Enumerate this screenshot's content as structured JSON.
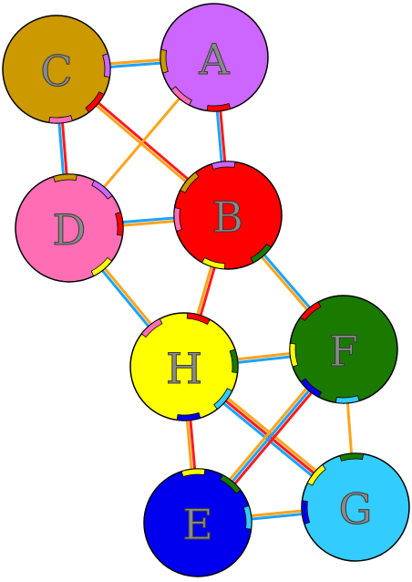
{
  "colors": {
    "orange": "#ffa31a",
    "blue": "#1aa3ff",
    "red": "#ff1a1a",
    "outline": "#000000"
  },
  "nodes": [
    {
      "id": "A",
      "label": "A",
      "color": "#cc66ff"
    },
    {
      "id": "B",
      "label": "B",
      "color": "#ff0000"
    },
    {
      "id": "C",
      "label": "C",
      "color": "#cc9900"
    },
    {
      "id": "D",
      "label": "D",
      "color": "#ff6eb4"
    },
    {
      "id": "E",
      "label": "E",
      "color": "#0000ee"
    },
    {
      "id": "F",
      "label": "F",
      "color": "#1a7a00"
    },
    {
      "id": "G",
      "label": "G",
      "color": "#33ccff"
    },
    {
      "id": "H",
      "label": "H",
      "color": "#ffff00"
    }
  ],
  "edges": [
    {
      "from": "C",
      "to": "A",
      "colors": [
        "orange",
        "blue"
      ]
    },
    {
      "from": "A",
      "to": "B",
      "colors": [
        "red",
        "blue"
      ]
    },
    {
      "from": "C",
      "to": "D",
      "colors": [
        "red",
        "blue"
      ]
    },
    {
      "from": "C",
      "to": "B",
      "colors": [
        "red",
        "orange"
      ]
    },
    {
      "from": "A",
      "to": "D",
      "colors": [
        "orange"
      ]
    },
    {
      "from": "D",
      "to": "B",
      "colors": [
        "blue",
        "orange"
      ]
    },
    {
      "from": "D",
      "to": "H",
      "colors": [
        "orange",
        "blue"
      ]
    },
    {
      "from": "B",
      "to": "H",
      "colors": [
        "red",
        "orange"
      ]
    },
    {
      "from": "B",
      "to": "F",
      "colors": [
        "blue",
        "orange"
      ]
    },
    {
      "from": "H",
      "to": "F",
      "colors": [
        "orange",
        "blue"
      ]
    },
    {
      "from": "H",
      "to": "G",
      "colors": [
        "orange",
        "red",
        "blue"
      ]
    },
    {
      "from": "H",
      "to": "E",
      "colors": [
        "red",
        "orange"
      ]
    },
    {
      "from": "F",
      "to": "E",
      "colors": [
        "red",
        "blue",
        "orange"
      ]
    },
    {
      "from": "F",
      "to": "G",
      "colors": [
        "orange"
      ]
    },
    {
      "from": "E",
      "to": "G",
      "colors": [
        "orange",
        "blue"
      ]
    }
  ]
}
